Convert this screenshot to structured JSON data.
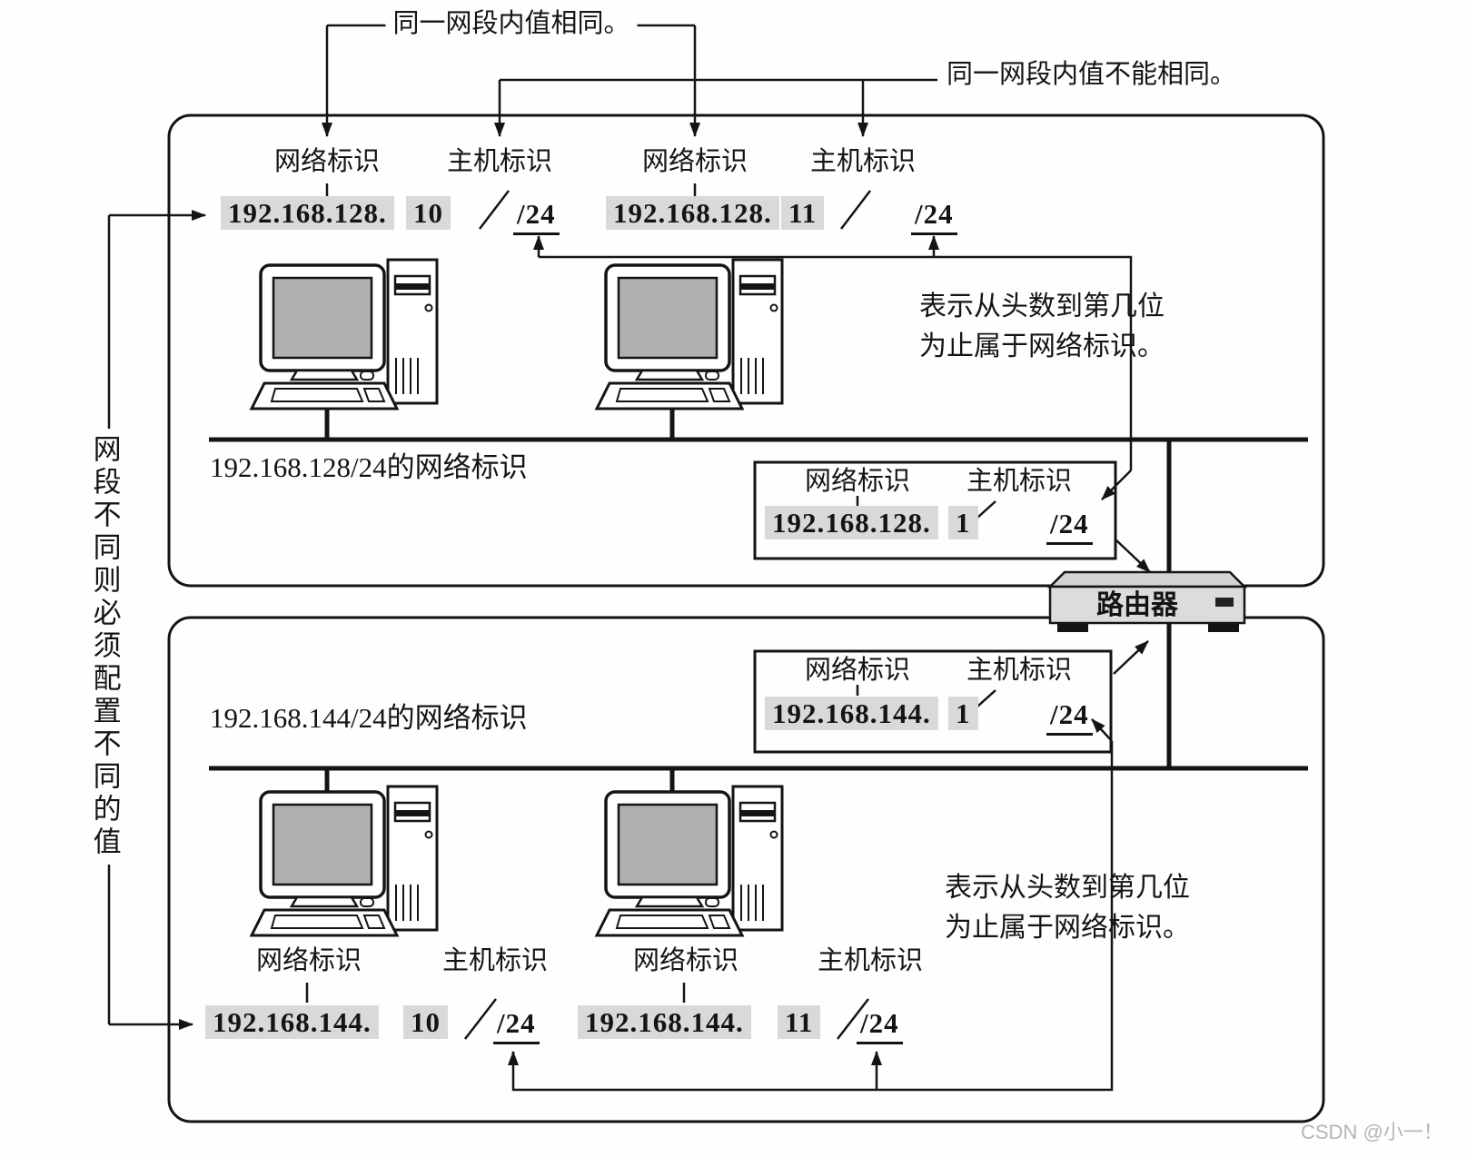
{
  "page": {
    "watermark": "CSDN @小一！"
  },
  "annotations": {
    "same": "同一网段内值相同。",
    "not_same": "同一网段内值不能相同。",
    "left": "网段不同则必须配置不同的值",
    "prefix_top_1": "表示从头数到第几位",
    "prefix_top_2": "为止属于网络标识。",
    "prefix_bottom_1": "表示从头数到第几位",
    "prefix_bottom_2": "为止属于网络标识。"
  },
  "labels": {
    "network_id": "网络标识",
    "host_id": "主机标识",
    "router": "路由器"
  },
  "top_segment": {
    "caption": "192.168.128/24的网络标识",
    "host1": {
      "network": "192.168.128.",
      "host": "10",
      "prefix": "/24"
    },
    "host2": {
      "network": "192.168.128.",
      "host": "11",
      "prefix": "/24"
    },
    "router_if": {
      "network": "192.168.128.",
      "host": "1",
      "prefix": "/24"
    }
  },
  "bottom_segment": {
    "caption": "192.168.144/24的网络标识",
    "host1": {
      "network": "192.168.144.",
      "host": "10",
      "prefix": "/24"
    },
    "host2": {
      "network": "192.168.144.",
      "host": "11",
      "prefix": "/24"
    },
    "router_if": {
      "network": "192.168.144.",
      "host": "1",
      "prefix": "/24"
    }
  },
  "colors": {
    "line": "#141414",
    "highlight": "#d9d9d9",
    "screen": "#b0b0b0",
    "router_fill": "#dcdcdc"
  }
}
